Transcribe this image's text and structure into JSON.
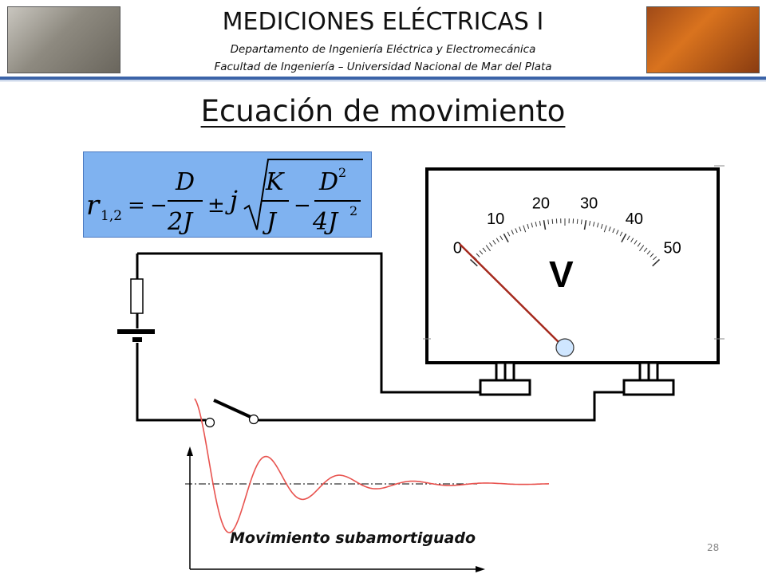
{
  "header": {
    "course_title": "MEDICIONES ELÉCTRICAS I",
    "department": "Departamento de Ingeniería Eléctrica y Electromecánica",
    "faculty": "Facultad de Ingeniería – Universidad Nacional de Mar del Plata"
  },
  "slide": {
    "title": "Ecuación de movimiento",
    "page_number": "28"
  },
  "formula": {
    "lhs": "r",
    "lhs_sub": "1,2",
    "eq": "=",
    "minus": "−",
    "pm": "±",
    "j": "j",
    "frac1_num": "D",
    "frac1_den": "2J",
    "frac2_num": "K",
    "frac2_den": "J",
    "frac3_num": "D",
    "frac3_num_exp": "2",
    "frac3_den": "4J",
    "frac3_den_exp": "2",
    "minus2": "−"
  },
  "meter": {
    "unit_symbol": "V",
    "scale_labels": [
      "0",
      "10",
      "20",
      "30",
      "40",
      "50"
    ]
  },
  "graph": {
    "caption": "Movimiento subamortiguado"
  },
  "colors": {
    "header_rule": "#3b63a8",
    "formula_bg": "#7fb2f0",
    "needle": "#a52a1e",
    "curve": "#e8534f",
    "pivot": "#cfe6ff"
  }
}
